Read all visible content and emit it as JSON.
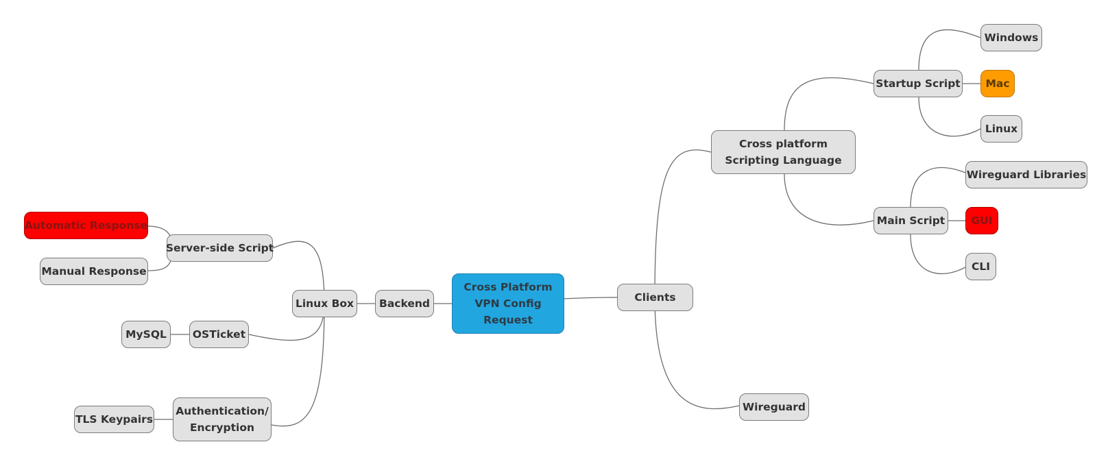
{
  "mindmap": {
    "root": "Cross Platform VPN  Config Request",
    "nodes": {
      "clients": "Clients",
      "cross_platform_scripting": "Cross platform Scripting Language",
      "startup_script": "Startup Script",
      "windows": "Windows",
      "mac": "Mac",
      "linux": "Linux",
      "main_script": "Main Script",
      "wireguard_libraries": "Wireguard Libraries",
      "gui": "GUI",
      "cli": "CLI",
      "wireguard": "Wireguard",
      "backend": "Backend",
      "linux_box": "Linux Box",
      "server_side_script": "Server-side Script",
      "automatic_response": "Automatic Response",
      "manual_response": "Manual Response",
      "osticket": "OSTicket",
      "mysql": "MySQL",
      "auth_encryption": "Authentication/ Encryption",
      "tls_keypairs": "TLS Keypairs"
    },
    "colors": {
      "root": "#22a6e0",
      "default": "#e2e2e2",
      "mac": "#ff9c00",
      "highlight_red": "#ff0000"
    }
  }
}
